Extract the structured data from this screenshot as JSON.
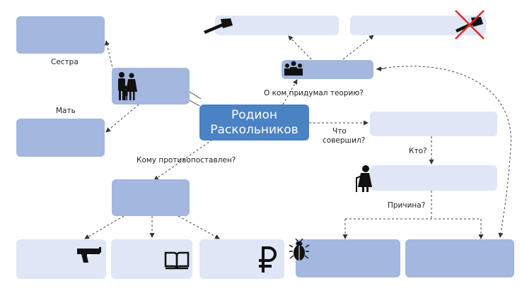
{
  "center": {
    "line1": "Родион",
    "line2": "Раскольников"
  },
  "labels": {
    "sister": "Сестра",
    "mother": "Мать",
    "opposed": "Кому противопоставлен?",
    "theory": "О ком придумал теорию?",
    "what_done_1": "Что",
    "what_done_2": "совершил?",
    "who": "Кто?",
    "reason": "Причина?"
  },
  "icons": [
    "family-icon",
    "people-group-icon",
    "axe-icon",
    "crossed-axe-icon",
    "old-woman-icon",
    "pistol-icon",
    "book-icon",
    "ruble-icon",
    "beetle-icon"
  ],
  "colors": {
    "center": "#4a82c4",
    "dark_box": "#a3b7df",
    "light_box": "#dfe6f5",
    "cross": "#e02a2a"
  }
}
